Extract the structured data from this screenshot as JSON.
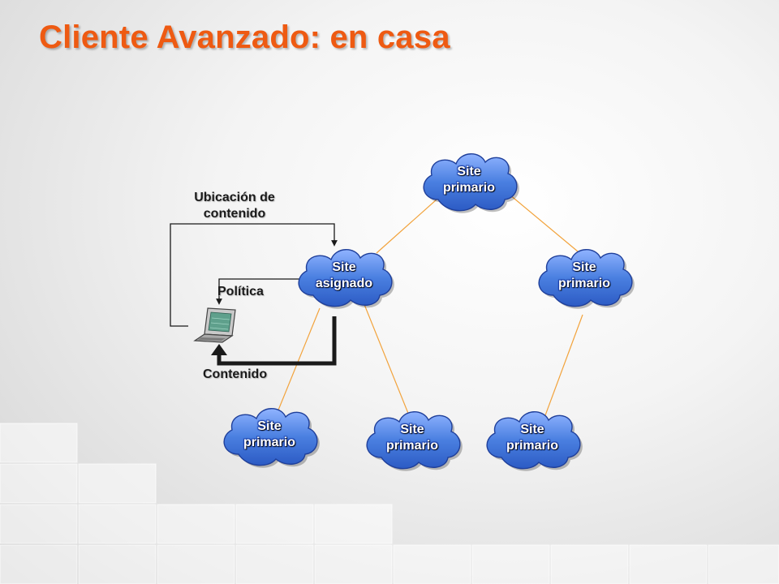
{
  "slide": {
    "title": "Cliente Avanzado: en casa"
  },
  "colors": {
    "title": "#ee5a12",
    "cloud_fill": "#4a7fe0",
    "cloud_edge": "#1f3f9a",
    "connector": "#f2a33c",
    "arrow": "#1a1a1a"
  },
  "diagram": {
    "labels": {
      "ubicacion_line1": "Ubicación de",
      "ubicacion_line2": "contenido",
      "politica": "Política",
      "contenido": "Contenido"
    },
    "nodes": {
      "top": {
        "line1": "Site",
        "line2": "primario"
      },
      "right": {
        "line1": "Site",
        "line2": "primario"
      },
      "assigned": {
        "line1": "Site",
        "line2": "asignado"
      },
      "bottom_left": {
        "line1": "Site",
        "line2": "primario"
      },
      "bottom_mid": {
        "line1": "Site",
        "line2": "primario"
      },
      "bottom_right": {
        "line1": "Site",
        "line2": "primario"
      }
    },
    "icons": {
      "client": "laptop-icon"
    }
  }
}
